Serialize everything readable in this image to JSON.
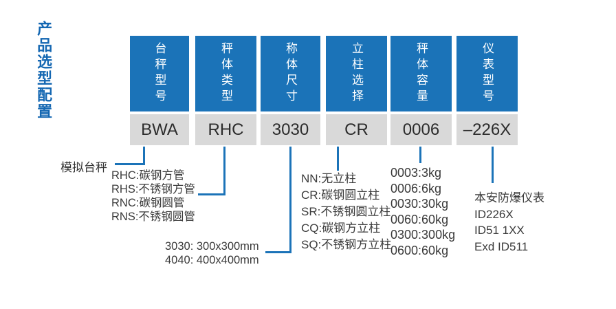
{
  "page_title": "产品选型配置",
  "colors": {
    "accent_blue": "#1b73b8",
    "title_blue": "#1467b2",
    "cell_gray": "#d9d9d9",
    "text_dark": "#2c2c2c"
  },
  "columns": [
    {
      "header": "台秤型号",
      "code": "BWA"
    },
    {
      "header": "秤体类型",
      "code": "RHC"
    },
    {
      "header": "称体尺寸",
      "code": "3030"
    },
    {
      "header": "立柱选择",
      "code": "CR"
    },
    {
      "header": "秤体容量",
      "code": "0006"
    },
    {
      "header": "仪表型号",
      "code": "–226X"
    }
  ],
  "notes": {
    "model": "模拟台秤",
    "body_type": [
      "RHC:碳钢方管",
      "RHS:不锈钢方管",
      "RNC:碳钢圆管",
      "RNS:不锈钢圆管"
    ],
    "size": [
      "3030: 300x300mm",
      "4040: 400x400mm"
    ],
    "column": [
      "NN:无立柱",
      "CR:碳钢圆立柱",
      "SR:不锈钢圆立柱",
      "CQ:碳钢方立柱",
      "SQ:不锈钢方立柱"
    ],
    "capacity": [
      "0003:3kg",
      "0006:6kg",
      "0030:30kg",
      "0060:60kg",
      "0300:300kg",
      "0600:60kg"
    ],
    "indicator": [
      "本安防爆仪表",
      "ID226X",
      "ID51 1XX",
      "Exd ID511"
    ]
  }
}
